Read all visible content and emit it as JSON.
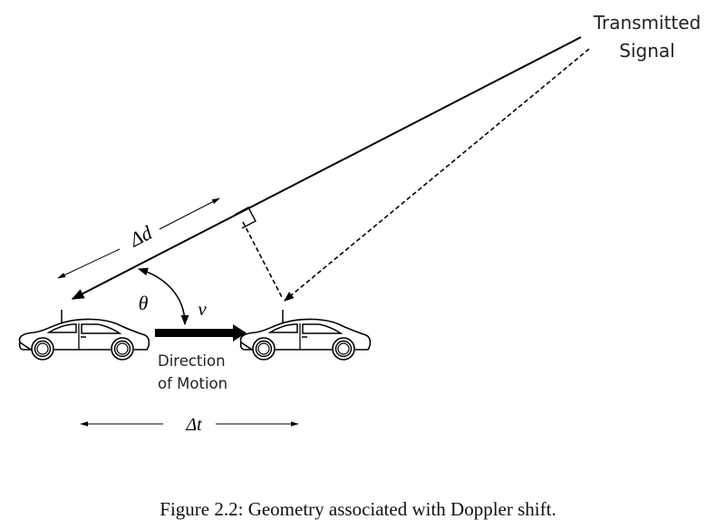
{
  "figure": {
    "source_label_line1": "Transmitted",
    "source_label_line2": "Signal",
    "distance_label": "Δd",
    "angle_label": "θ",
    "velocity_label": "v",
    "motion_label_line1": "Direction",
    "motion_label_line2": "of Motion",
    "time_label": "Δt",
    "caption": "Figure 2.2: Geometry associated with Doppler shift."
  },
  "colors": {
    "stroke": "#000000",
    "background": "#ffffff"
  }
}
